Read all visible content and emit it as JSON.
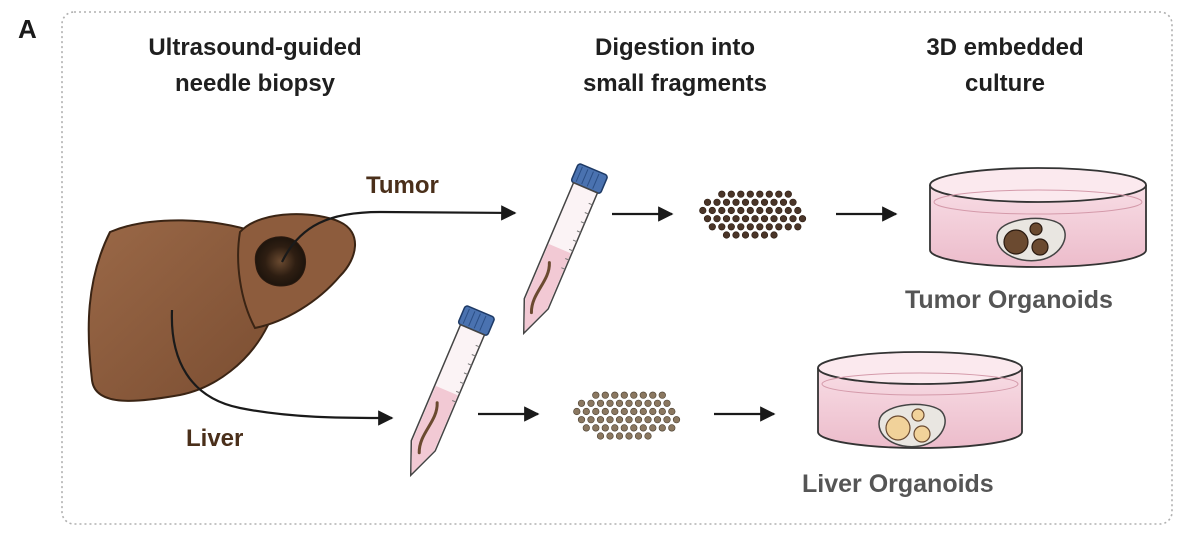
{
  "panel_letter": "A",
  "steps": {
    "biopsy": [
      "Ultrasound-guided",
      "needle biopsy"
    ],
    "digestion": [
      "Digestion into",
      "small fragments"
    ],
    "culture": [
      "3D embedded",
      "culture"
    ]
  },
  "branches": {
    "tumor": "Tumor",
    "liver": "Liver"
  },
  "outputs": {
    "tumor": "Tumor Organoids",
    "liver": "Liver Organoids"
  },
  "colors": {
    "liver": "#8b5a3c",
    "tumor_mass": "#3a2718",
    "tube_cap": "#4a72b0",
    "media_pink": "#f2c9d4",
    "tumor_fragments": "#4a3528",
    "liver_fragments": "#8a7760",
    "tumor_organoid": "#6b4a30",
    "liver_organoid": "#f1d29a",
    "border": "#b0b0b0"
  }
}
